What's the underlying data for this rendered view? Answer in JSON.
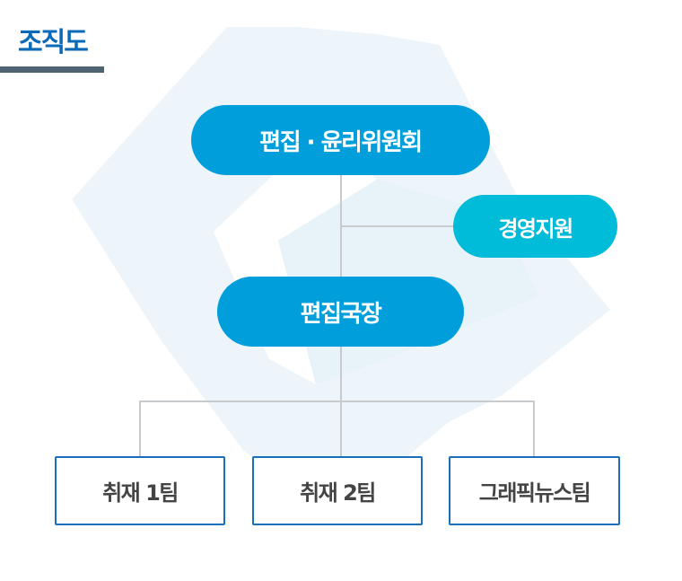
{
  "title": "조직도",
  "colors": {
    "title": "#0a6ab8",
    "primary_node": "#009fdc",
    "secondary_node": "#00bcd9",
    "team_border": "#1a6fba",
    "connector": "#c8cbcd"
  },
  "nodes": {
    "committee": "편집 · 윤리위원회",
    "management": "경영지원",
    "editor_in_chief": "편집국장",
    "teams": [
      "취재 1팀",
      "취재 2팀",
      "그래픽뉴스팀"
    ]
  }
}
